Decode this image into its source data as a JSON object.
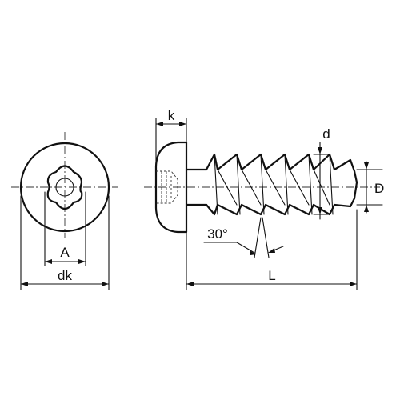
{
  "drawing": {
    "subject": "pan-head-screw-hexalobular-drive",
    "labels": {
      "head_diameter": "dk",
      "drive_size": "A",
      "head_height": "k",
      "length": "L",
      "thread_diameter": "d",
      "outer_diameter": "D",
      "angle": "30°"
    },
    "line_color": "#111111",
    "background": "#ffffff"
  }
}
